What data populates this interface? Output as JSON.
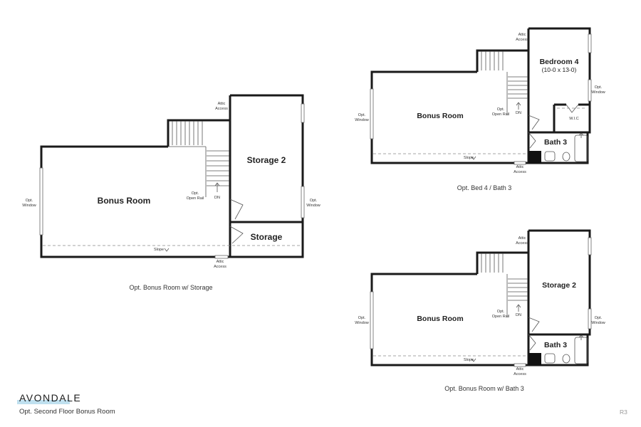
{
  "plans": [
    {
      "caption": "Opt. Bonus Room w/ Storage",
      "labels": {
        "bonus_room": "Bonus Room",
        "storage_2": "Storage 2",
        "storage": "Storage",
        "slope": "Slope",
        "attic_top": [
          "Attic",
          "Access"
        ],
        "attic_bottom": [
          "Attic",
          "Access"
        ],
        "window_left": [
          "Opt.",
          "Window"
        ],
        "window_right": [
          "Opt.",
          "Window"
        ],
        "open_rail": [
          "Opt.",
          "Open Rail"
        ],
        "dn": "DN"
      }
    },
    {
      "caption": "Opt. Bed 4 / Bath 3",
      "labels": {
        "bonus_room": "Bonus Room",
        "bedroom_4": "Bedroom 4",
        "bedroom_4_dim": "(10-0 x 13-0)",
        "bath_3": "Bath 3",
        "wic": "W.I.C",
        "slope": "Slope",
        "attic_top": [
          "Attic",
          "Access"
        ],
        "attic_bottom": [
          "Attic",
          "Access"
        ],
        "window_left": [
          "Opt.",
          "Window"
        ],
        "window_right": [
          "Opt.",
          "Window"
        ],
        "open_rail": [
          "Opt.",
          "Open Rail"
        ],
        "dn": "DN"
      }
    },
    {
      "caption": "Opt. Bonus Room w/ Bath 3",
      "labels": {
        "bonus_room": "Bonus Room",
        "storage_2": "Storage 2",
        "bath_3": "Bath 3",
        "slope": "Slope",
        "attic_top": [
          "Attic",
          "Access"
        ],
        "attic_bottom": [
          "Attic",
          "Access"
        ],
        "window_left": [
          "Opt.",
          "Window"
        ],
        "window_right": [
          "Opt.",
          "Window"
        ],
        "open_rail": [
          "Opt.",
          "Open Rail"
        ],
        "dn": "DN"
      }
    }
  ],
  "footer": {
    "brand": "AVONDALE",
    "subtitle": "Opt. Second Floor Bonus Room",
    "page": "R3"
  }
}
